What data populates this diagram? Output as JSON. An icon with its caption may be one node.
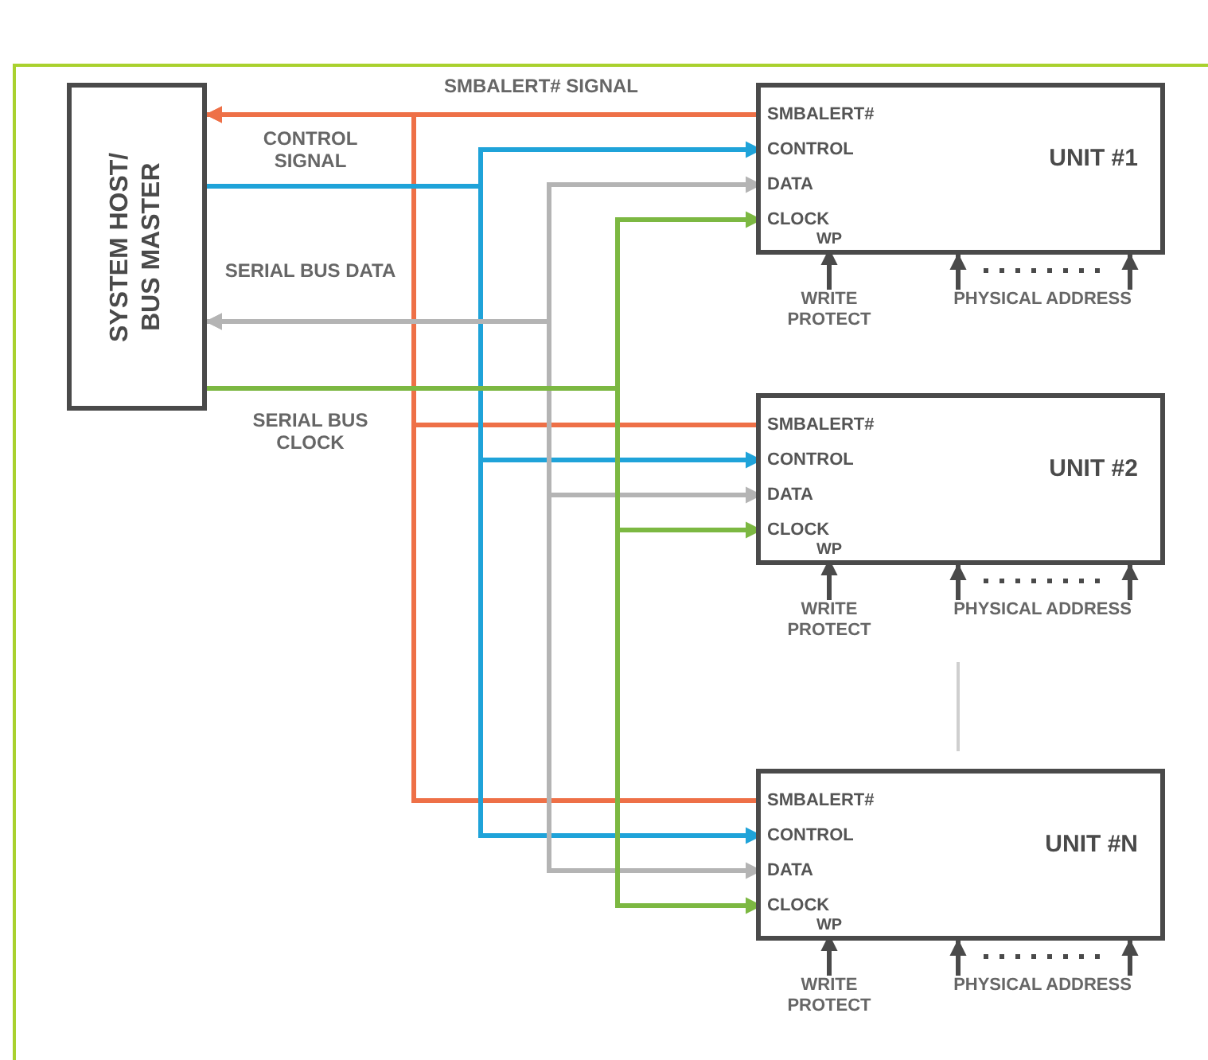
{
  "diagram": {
    "nodes": [
      {
        "text": [
          "SYSTEM HOST/ BUS MASTER"
        ]
      },
      {
        "text": [
          "UNIT #1"
        ]
      },
      {
        "text": [
          "SMBALERT#"
        ],
        "in": 1
      },
      {
        "text": [
          "CONTROL"
        ],
        "in": 1
      },
      {
        "text": [
          "DATA"
        ],
        "in": 1
      },
      {
        "text": [
          "CLOCK"
        ],
        "in": 1
      },
      {
        "text": [
          "WP"
        ],
        "in": 1
      },
      {
        "text": [
          "WRITE PROTECT"
        ]
      },
      {
        "text": [
          "PHYSICAL ADDRESS"
        ]
      },
      {
        "text": [
          "UNIT #2"
        ]
      },
      {
        "text": [
          "SMBALERT#"
        ],
        "in": 9
      },
      {
        "text": [
          "CONTROL"
        ],
        "in": 9
      },
      {
        "text": [
          "DATA"
        ],
        "in": 9
      },
      {
        "text": [
          "CLOCK"
        ],
        "in": 9
      },
      {
        "text": [
          "WP"
        ],
        "in": 9
      },
      {
        "text": [
          "WRITE PROTECT"
        ]
      },
      {
        "text": [
          "PHYSICAL ADDRESS"
        ]
      },
      {
        "text": [
          "UNIT #N"
        ]
      },
      {
        "text": [
          "SMBALERT#"
        ],
        "in": 17
      },
      {
        "text": [
          "CONTROL"
        ],
        "in": 17
      },
      {
        "text": [
          "DATA"
        ],
        "in": 17
      },
      {
        "text": [
          "CLOCK"
        ],
        "in": 17
      },
      {
        "text": [
          "WP"
        ],
        "in": 17
      },
      {
        "text": [
          "WRITE PROTECT"
        ]
      },
      {
        "text": [
          "PHYSICAL ADDRESS"
        ]
      }
    ],
    "edges": [
      {
        "from": 2,
        "to": 0,
        "arrow": "to",
        "label": "SMBALERT# SIGNAL",
        "color": "#ee7047"
      },
      {
        "from": 10,
        "to": 0,
        "arrow": "to",
        "color": "#ee7047"
      },
      {
        "from": 18,
        "to": 0,
        "arrow": "to",
        "color": "#ee7047"
      },
      {
        "from": 0,
        "to": 3,
        "arrow": "to",
        "label": "CONTROL SIGNAL",
        "color": "#1fa3d9"
      },
      {
        "from": 0,
        "to": 11,
        "arrow": "to",
        "color": "#1fa3d9"
      },
      {
        "from": 0,
        "to": 19,
        "arrow": "to",
        "color": "#1fa3d9"
      },
      {
        "from": 0,
        "to": 4,
        "arrow": "both",
        "label": "SERIAL BUS DATA",
        "color": "#b4b4b4"
      },
      {
        "from": 0,
        "to": 12,
        "arrow": "both",
        "color": "#b4b4b4"
      },
      {
        "from": 0,
        "to": 20,
        "arrow": "both",
        "color": "#b4b4b4"
      },
      {
        "from": 0,
        "to": 5,
        "arrow": "to",
        "label": "SERIAL BUS CLOCK",
        "color": "#7cb842"
      },
      {
        "from": 0,
        "to": 13,
        "arrow": "to",
        "color": "#7cb842"
      },
      {
        "from": 0,
        "to": 21,
        "arrow": "to",
        "color": "#7cb842"
      },
      {
        "from": 7,
        "to": 6,
        "arrow": "to"
      },
      {
        "from": 8,
        "to": 1,
        "arrow": "to"
      },
      {
        "from": 8,
        "to": 1,
        "arrow": "to"
      },
      {
        "from": 15,
        "to": 14,
        "arrow": "to"
      },
      {
        "from": 16,
        "to": 9,
        "arrow": "to"
      },
      {
        "from": 16,
        "to": 9,
        "arrow": "to"
      },
      {
        "from": 23,
        "to": 22,
        "arrow": "to"
      },
      {
        "from": 24,
        "to": 17,
        "arrow": "to"
      },
      {
        "from": 24,
        "to": 17,
        "arrow": "to"
      }
    ]
  }
}
